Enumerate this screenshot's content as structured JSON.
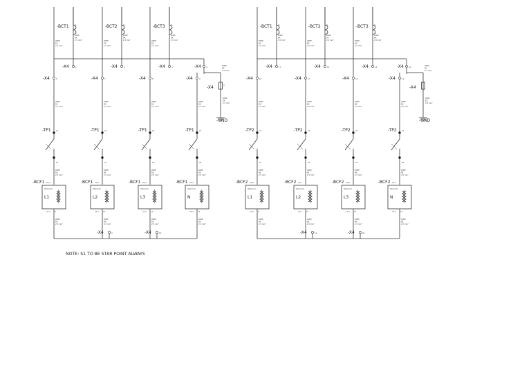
{
  "note": "NOTE: S1 TO BE STAR POINT ALWAYS",
  "colors": {
    "line": "#333333",
    "background": "#ffffff"
  },
  "ground": "-GND",
  "groups": [
    {
      "ct_labels": [
        "-BCT1",
        "-BCT2",
        "-BCT3"
      ],
      "x4_ct_labels": [
        "-X4",
        "-X4",
        "-X4"
      ],
      "x4_ct_nums": [
        "1",
        "2",
        "3"
      ],
      "gnd_x4_label": "-X4",
      "gnd_x4_num": "4",
      "gnd_x4b_label": "-X4",
      "gnd_x4b_num": "4",
      "branch_x4_labels": [
        "-X4",
        "-X4",
        "-X4",
        "-X4"
      ],
      "branch_x4_nums": [
        "5",
        "7",
        "8",
        "4"
      ],
      "tp_labels": [
        "-TP1",
        "-TP1",
        "-TP1",
        "-TP1"
      ],
      "tp_top_nums": [
        "21",
        "23",
        "25",
        "27"
      ],
      "tp_bot_nums": [
        "22",
        "24",
        "26",
        "28"
      ],
      "bcf_labels": [
        "-BCF1",
        "-BCF1",
        "-BCF1",
        "-BCF1"
      ],
      "bcf_ports": [
        "X1:2",
        "X1:2",
        "X1:2",
        "X1:2"
      ],
      "phase_labels": [
        "L1",
        "L2",
        "L3",
        "N"
      ],
      "low_port_nums": [
        "8",
        "10",
        "12",
        "14"
      ],
      "bottom_x4_labels": [
        "-X4",
        "-X4"
      ],
      "bottom_x4_nums": [
        "9",
        "10"
      ]
    },
    {
      "ct_labels": [
        "-BCT1",
        "-BCT2",
        "-BCT3"
      ],
      "x4_ct_labels": [
        "-X4",
        "-X4",
        "-X4"
      ],
      "x4_ct_nums": [
        "11",
        "14",
        "14"
      ],
      "gnd_x4_label": "-X4",
      "gnd_x4_num": "14",
      "gnd_x4b_label": "-X4",
      "gnd_x4b_num": "",
      "branch_x4_labels": [
        "-X4",
        "-X4",
        "-X4",
        "-X4"
      ],
      "branch_x4_nums": [
        "16",
        "17",
        "18",
        "14"
      ],
      "tp_labels": [
        "-TP2",
        "-TP2",
        "-TP2",
        "-TP2"
      ],
      "tp_top_nums": [
        "21",
        "23",
        "25",
        "27"
      ],
      "tp_bot_nums": [
        "22",
        "24",
        "26",
        "28"
      ],
      "bcf_labels": [
        "-BCF2",
        "-BCF2",
        "-BCF2",
        "-BCF2"
      ],
      "bcf_ports": [
        "X1:2",
        "X1:2",
        "X1:2",
        "X1:2"
      ],
      "phase_labels": [
        "L1",
        "L2",
        "L3",
        "N"
      ],
      "low_port_nums": [
        "8",
        "10",
        "12",
        "14"
      ],
      "bottom_x4_labels": [
        "-X4",
        "-X4"
      ],
      "bottom_x4_nums": [
        "19",
        "20"
      ]
    }
  ]
}
